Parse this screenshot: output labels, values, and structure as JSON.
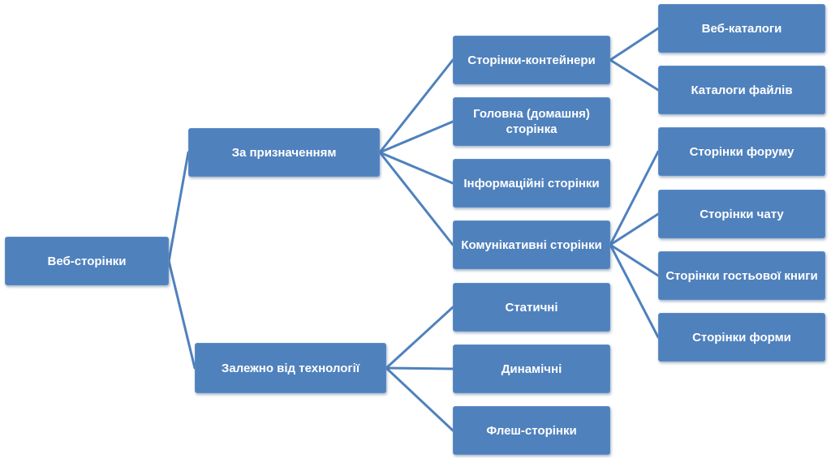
{
  "colors": {
    "node_fill": "#4f81bd",
    "node_text": "#ffffff",
    "connector": "#4f81bd"
  },
  "nodes": {
    "root": "Веб-сторінки",
    "purpose": "За призначенням",
    "technology": "Залежно від технології",
    "containers": "Сторінки-контейнери",
    "home": "Головна (домашня) сторінка",
    "info": "Інформаційні сторінки",
    "communicative": "Комунікативні сторінки",
    "static": "Статичні",
    "dynamic": "Динамічні",
    "flash": "Флеш-сторінки",
    "web_catalogs": "Веб-каталоги",
    "file_catalogs": "Каталоги файлів",
    "forum": "Сторінки форуму",
    "chat": "Сторінки чату",
    "guestbook": "Сторінки гостьової книги",
    "form": "Сторінки форми"
  },
  "edges": [
    [
      "root",
      "purpose"
    ],
    [
      "root",
      "technology"
    ],
    [
      "purpose",
      "containers"
    ],
    [
      "purpose",
      "home"
    ],
    [
      "purpose",
      "info"
    ],
    [
      "purpose",
      "communicative"
    ],
    [
      "technology",
      "static"
    ],
    [
      "technology",
      "dynamic"
    ],
    [
      "technology",
      "flash"
    ],
    [
      "containers",
      "web_catalogs"
    ],
    [
      "containers",
      "file_catalogs"
    ],
    [
      "communicative",
      "forum"
    ],
    [
      "communicative",
      "chat"
    ],
    [
      "communicative",
      "guestbook"
    ],
    [
      "communicative",
      "form"
    ]
  ]
}
